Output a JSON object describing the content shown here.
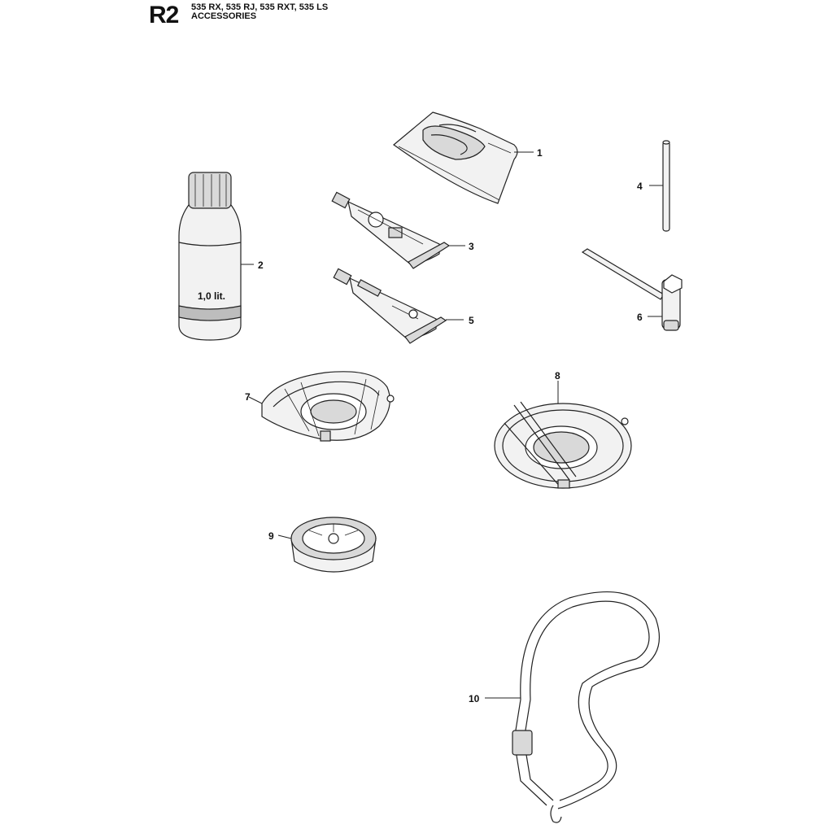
{
  "header": {
    "code": "R2",
    "models": "535 RX, 535 RJ, 535 RXT, 535 LS",
    "section": "ACCESSORIES"
  },
  "parts": [
    {
      "number": "1",
      "icon": "tool-bag-icon"
    },
    {
      "number": "2",
      "icon": "oil-bottle-icon",
      "label": "1,0 lit."
    },
    {
      "number": "3",
      "icon": "grease-tube-icon"
    },
    {
      "number": "4",
      "icon": "pin-rod-icon"
    },
    {
      "number": "5",
      "icon": "grease-tube-icon"
    },
    {
      "number": "6",
      "icon": "socket-wrench-icon"
    },
    {
      "number": "7",
      "icon": "trimmer-guard-icon"
    },
    {
      "number": "8",
      "icon": "blade-guard-icon"
    },
    {
      "number": "9",
      "icon": "support-cup-icon"
    },
    {
      "number": "10",
      "icon": "harness-strap-icon"
    }
  ]
}
